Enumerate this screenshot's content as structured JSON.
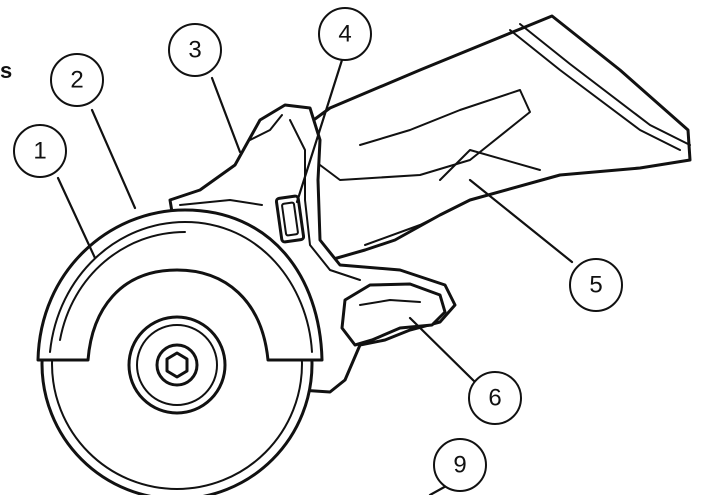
{
  "edge_text": "s",
  "callouts": [
    {
      "id": "callout-1",
      "label": "1"
    },
    {
      "id": "callout-2",
      "label": "2"
    },
    {
      "id": "callout-3",
      "label": "3"
    },
    {
      "id": "callout-4",
      "label": "4"
    },
    {
      "id": "callout-5",
      "label": "5"
    },
    {
      "id": "callout-6",
      "label": "6"
    },
    {
      "id": "callout-9",
      "label": "9"
    }
  ],
  "colors": {
    "line": "#111111",
    "background": "#ffffff"
  }
}
